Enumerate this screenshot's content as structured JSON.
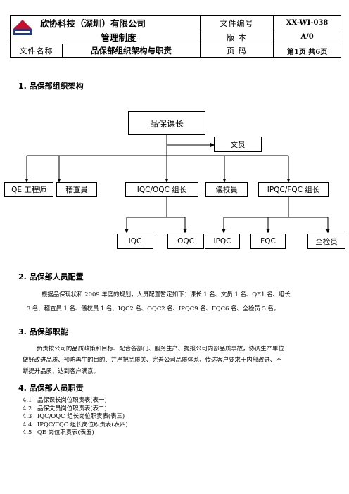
{
  "header": {
    "company": "欣协科技（深圳）有限公司",
    "system": "管理制度",
    "doc_no_label": "文件编号",
    "doc_no": "XX-WI-038",
    "version_label": "版  本",
    "version": "A/0",
    "name_label": "文件名称",
    "name": "品保部组织架构与职责",
    "page_label": "页  码",
    "page": "第1页  共6页",
    "logo_icon": "company-logo-icon"
  },
  "sections": {
    "s1": "1. 品保部组织架构",
    "s2": "2. 品保部人员配置",
    "s3": "3. 品保部职能",
    "s4": "4. 品保部人员职责"
  },
  "org": {
    "head": "品保课长",
    "clerk": "文员",
    "qe": "QE 工程师",
    "inspector": "稽查員",
    "iqc_oqc_lead": "IQC/OQC 组长",
    "calib": "儀校員",
    "ipqc_fqc_lead": "IPQC/FQC 组长",
    "iqc": "IQC",
    "oqc": "OQC",
    "ipqc": "IPQC",
    "fqc": "FQC",
    "full_insp": "全检员"
  },
  "staffing": {
    "line1": "根据品保现状和 2009 年度的规划，人员配置暂定如下：课长 1 名、文员 1 名、QE1 名、组长",
    "line2": "3 名、稽查員 1 名、儀校員 1 名、IQC2 名、OQC2 名、IPQC9 名、FQC6 名、全检员 5 名。"
  },
  "functions": {
    "line1": "负责按公司的品质政策和目标、配合各部门、服务生产、提报公司内部品质事故，协调生产单位",
    "line2": "做好改进品质、预防再生的目的、并严把品质关、完善公司品质体系、传达客户要求于内部改进、不",
    "line3": "断提升品质、达到客户满意。"
  },
  "duties": [
    {
      "num": "4.1",
      "text": "品保课长岗位职责表(表一)"
    },
    {
      "num": "4.2",
      "text": "品保文员岗位职责表(表二)"
    },
    {
      "num": "4.3",
      "text": "IQC/OQC 组长岗位职责表(表三)"
    },
    {
      "num": "4.4",
      "text": "IPQC/FQC 组长岗位职责表(表四)"
    },
    {
      "num": "4.5",
      "text": "QE 岗位职责表(表五)"
    }
  ],
  "colors": {
    "logo_red": "#c8102e",
    "logo_blue": "#1d3a8a"
  }
}
